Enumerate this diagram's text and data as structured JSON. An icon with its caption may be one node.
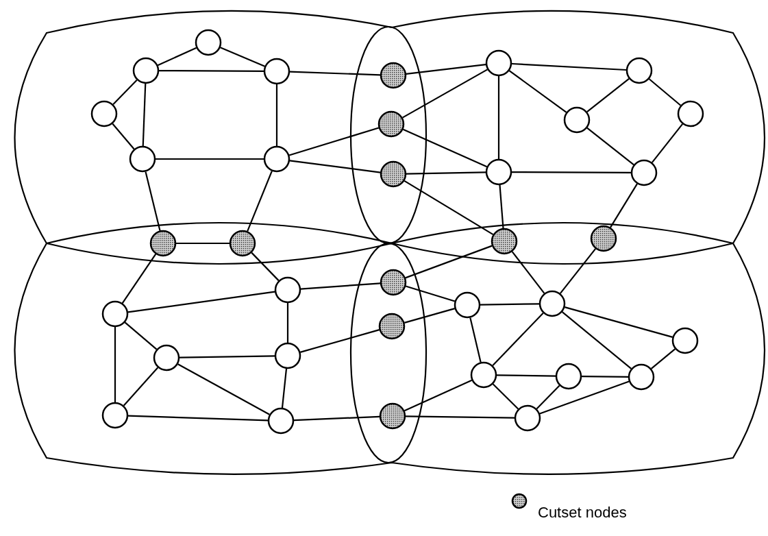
{
  "diagram": {
    "nodes": [
      {
        "text": [],
        "shape": "circle"
      },
      {
        "text": [],
        "shape": "circle"
      },
      {
        "text": [],
        "shape": "circle"
      },
      {
        "text": [],
        "shape": "circle"
      },
      {
        "text": [],
        "shape": "circle"
      },
      {
        "text": [],
        "shape": "circle"
      },
      {
        "text": [],
        "shape": "dot"
      },
      {
        "text": [],
        "shape": "dot"
      },
      {
        "text": [],
        "shape": "dot"
      },
      {
        "text": [],
        "shape": "circle"
      },
      {
        "text": [],
        "shape": "circle"
      },
      {
        "text": [],
        "shape": "circle"
      },
      {
        "text": [],
        "shape": "circle"
      },
      {
        "text": [],
        "shape": "circle"
      },
      {
        "text": [],
        "shape": "circle"
      },
      {
        "text": [],
        "shape": "dot"
      },
      {
        "text": [],
        "shape": "dot"
      },
      {
        "text": [],
        "shape": "dot"
      },
      {
        "text": [],
        "shape": "dot"
      },
      {
        "text": [],
        "shape": "circle"
      },
      {
        "text": [],
        "shape": "circle"
      },
      {
        "text": [],
        "shape": "circle"
      },
      {
        "text": [],
        "shape": "circle"
      },
      {
        "text": [],
        "shape": "circle"
      },
      {
        "text": [],
        "shape": "circle"
      },
      {
        "text": [],
        "shape": "dot"
      },
      {
        "text": [],
        "shape": "dot"
      },
      {
        "text": [],
        "shape": "dot"
      },
      {
        "text": [],
        "shape": "circle"
      },
      {
        "text": [],
        "shape": "circle"
      },
      {
        "text": [],
        "shape": "circle"
      },
      {
        "text": [],
        "shape": "circle"
      },
      {
        "text": [],
        "shape": "circle"
      },
      {
        "text": [],
        "shape": "circle"
      },
      {
        "text": [],
        "shape": "circle"
      }
    ],
    "edges": [
      {
        "from": 0,
        "to": 1,
        "arrow": "none"
      },
      {
        "from": 0,
        "to": 2,
        "arrow": "none"
      },
      {
        "from": 1,
        "to": 2,
        "arrow": "none"
      },
      {
        "from": 1,
        "to": 3,
        "arrow": "none"
      },
      {
        "from": 1,
        "to": 4,
        "arrow": "none"
      },
      {
        "from": 3,
        "to": 4,
        "arrow": "none"
      },
      {
        "from": 2,
        "to": 5,
        "arrow": "none"
      },
      {
        "from": 4,
        "to": 5,
        "arrow": "none"
      },
      {
        "from": 2,
        "to": 6,
        "arrow": "none"
      },
      {
        "from": 5,
        "to": 7,
        "arrow": "none"
      },
      {
        "from": 5,
        "to": 8,
        "arrow": "none"
      },
      {
        "from": 4,
        "to": 15,
        "arrow": "none"
      },
      {
        "from": 5,
        "to": 16,
        "arrow": "none"
      },
      {
        "from": 15,
        "to": 16,
        "arrow": "none"
      },
      {
        "from": 6,
        "to": 9,
        "arrow": "none"
      },
      {
        "from": 7,
        "to": 9,
        "arrow": "none"
      },
      {
        "from": 7,
        "to": 13,
        "arrow": "none"
      },
      {
        "from": 8,
        "to": 13,
        "arrow": "none"
      },
      {
        "from": 8,
        "to": 17,
        "arrow": "none"
      },
      {
        "from": 9,
        "to": 10,
        "arrow": "none"
      },
      {
        "from": 9,
        "to": 13,
        "arrow": "none"
      },
      {
        "from": 9,
        "to": 11,
        "arrow": "none"
      },
      {
        "from": 11,
        "to": 10,
        "arrow": "none"
      },
      {
        "from": 10,
        "to": 12,
        "arrow": "none"
      },
      {
        "from": 11,
        "to": 14,
        "arrow": "none"
      },
      {
        "from": 12,
        "to": 14,
        "arrow": "none"
      },
      {
        "from": 13,
        "to": 14,
        "arrow": "none"
      },
      {
        "from": 13,
        "to": 17,
        "arrow": "none"
      },
      {
        "from": 14,
        "to": 18,
        "arrow": "none"
      },
      {
        "from": 17,
        "to": 25,
        "arrow": "none"
      },
      {
        "from": 17,
        "to": 29,
        "arrow": "none"
      },
      {
        "from": 18,
        "to": 29,
        "arrow": "none"
      },
      {
        "from": 25,
        "to": 28,
        "arrow": "none"
      },
      {
        "from": 26,
        "to": 28,
        "arrow": "none"
      },
      {
        "from": 28,
        "to": 29,
        "arrow": "none"
      },
      {
        "from": 28,
        "to": 31,
        "arrow": "none"
      },
      {
        "from": 29,
        "to": 31,
        "arrow": "none"
      },
      {
        "from": 29,
        "to": 33,
        "arrow": "none"
      },
      {
        "from": 29,
        "to": 30,
        "arrow": "none"
      },
      {
        "from": 30,
        "to": 33,
        "arrow": "none"
      },
      {
        "from": 31,
        "to": 32,
        "arrow": "none"
      },
      {
        "from": 32,
        "to": 33,
        "arrow": "none"
      },
      {
        "from": 31,
        "to": 34,
        "arrow": "none"
      },
      {
        "from": 32,
        "to": 34,
        "arrow": "none"
      },
      {
        "from": 33,
        "to": 34,
        "arrow": "none"
      },
      {
        "from": 27,
        "to": 31,
        "arrow": "none"
      },
      {
        "from": 27,
        "to": 34,
        "arrow": "none"
      },
      {
        "from": 16,
        "to": 22,
        "arrow": "none"
      },
      {
        "from": 15,
        "to": 19,
        "arrow": "none"
      },
      {
        "from": 19,
        "to": 22,
        "arrow": "none"
      },
      {
        "from": 22,
        "to": 25,
        "arrow": "none"
      },
      {
        "from": 22,
        "to": 23,
        "arrow": "none"
      },
      {
        "from": 19,
        "to": 20,
        "arrow": "none"
      },
      {
        "from": 19,
        "to": 21,
        "arrow": "none"
      },
      {
        "from": 20,
        "to": 21,
        "arrow": "none"
      },
      {
        "from": 20,
        "to": 23,
        "arrow": "none"
      },
      {
        "from": 20,
        "to": 24,
        "arrow": "none"
      },
      {
        "from": 21,
        "to": 24,
        "arrow": "none"
      },
      {
        "from": 23,
        "to": 24,
        "arrow": "none"
      },
      {
        "from": 23,
        "to": 26,
        "arrow": "none"
      },
      {
        "from": 24,
        "to": 27,
        "arrow": "none"
      }
    ],
    "legend": [
      {
        "text": "Cutset nodes"
      }
    ]
  }
}
